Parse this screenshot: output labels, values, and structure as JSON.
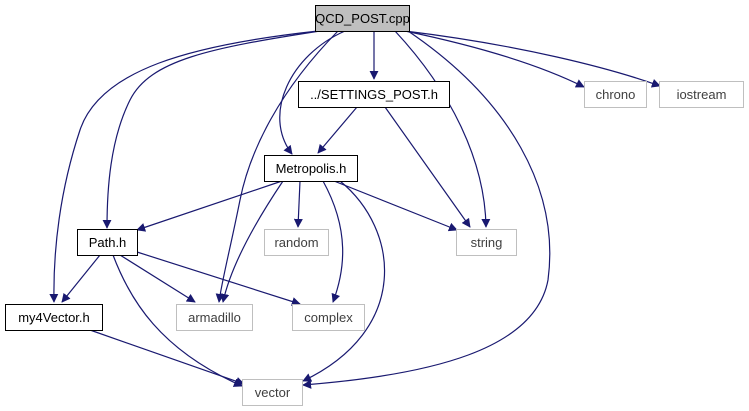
{
  "colors": {
    "edge": "#191970",
    "root_fill": "#bfbfbf",
    "documented_border": "#000000",
    "external_border": "#bfbfbf",
    "external_text": "#3f3f3f",
    "text": "#000000"
  },
  "nodes": [
    {
      "id": "qcd_post_cpp",
      "label": "QCD_POST.cpp",
      "kind": "root"
    },
    {
      "id": "settings_post_h",
      "label": "../SETTINGS_POST.h",
      "kind": "documented"
    },
    {
      "id": "chrono",
      "label": "chrono",
      "kind": "external"
    },
    {
      "id": "iostream",
      "label": "iostream",
      "kind": "external"
    },
    {
      "id": "metropolis_h",
      "label": "Metropolis.h",
      "kind": "documented"
    },
    {
      "id": "path_h",
      "label": "Path.h",
      "kind": "documented"
    },
    {
      "id": "random",
      "label": "random",
      "kind": "external"
    },
    {
      "id": "string",
      "label": "string",
      "kind": "external"
    },
    {
      "id": "my4vector_h",
      "label": "my4Vector.h",
      "kind": "documented"
    },
    {
      "id": "armadillo",
      "label": "armadillo",
      "kind": "external"
    },
    {
      "id": "complex",
      "label": "complex",
      "kind": "external"
    },
    {
      "id": "vector",
      "label": "vector",
      "kind": "external"
    }
  ],
  "edges": [
    {
      "from": "qcd_post_cpp",
      "to": "settings_post_h"
    },
    {
      "from": "qcd_post_cpp",
      "to": "chrono"
    },
    {
      "from": "qcd_post_cpp",
      "to": "iostream"
    },
    {
      "from": "qcd_post_cpp",
      "to": "metropolis_h"
    },
    {
      "from": "qcd_post_cpp",
      "to": "path_h"
    },
    {
      "from": "qcd_post_cpp",
      "to": "my4vector_h"
    },
    {
      "from": "qcd_post_cpp",
      "to": "armadillo"
    },
    {
      "from": "qcd_post_cpp",
      "to": "string"
    },
    {
      "from": "qcd_post_cpp",
      "to": "vector"
    },
    {
      "from": "settings_post_h",
      "to": "metropolis_h"
    },
    {
      "from": "settings_post_h",
      "to": "string"
    },
    {
      "from": "metropolis_h",
      "to": "path_h"
    },
    {
      "from": "metropolis_h",
      "to": "random"
    },
    {
      "from": "metropolis_h",
      "to": "string"
    },
    {
      "from": "metropolis_h",
      "to": "armadillo"
    },
    {
      "from": "metropolis_h",
      "to": "complex"
    },
    {
      "from": "metropolis_h",
      "to": "vector"
    },
    {
      "from": "path_h",
      "to": "my4vector_h"
    },
    {
      "from": "path_h",
      "to": "armadillo"
    },
    {
      "from": "path_h",
      "to": "complex"
    },
    {
      "from": "path_h",
      "to": "vector"
    },
    {
      "from": "my4vector_h",
      "to": "vector"
    }
  ]
}
